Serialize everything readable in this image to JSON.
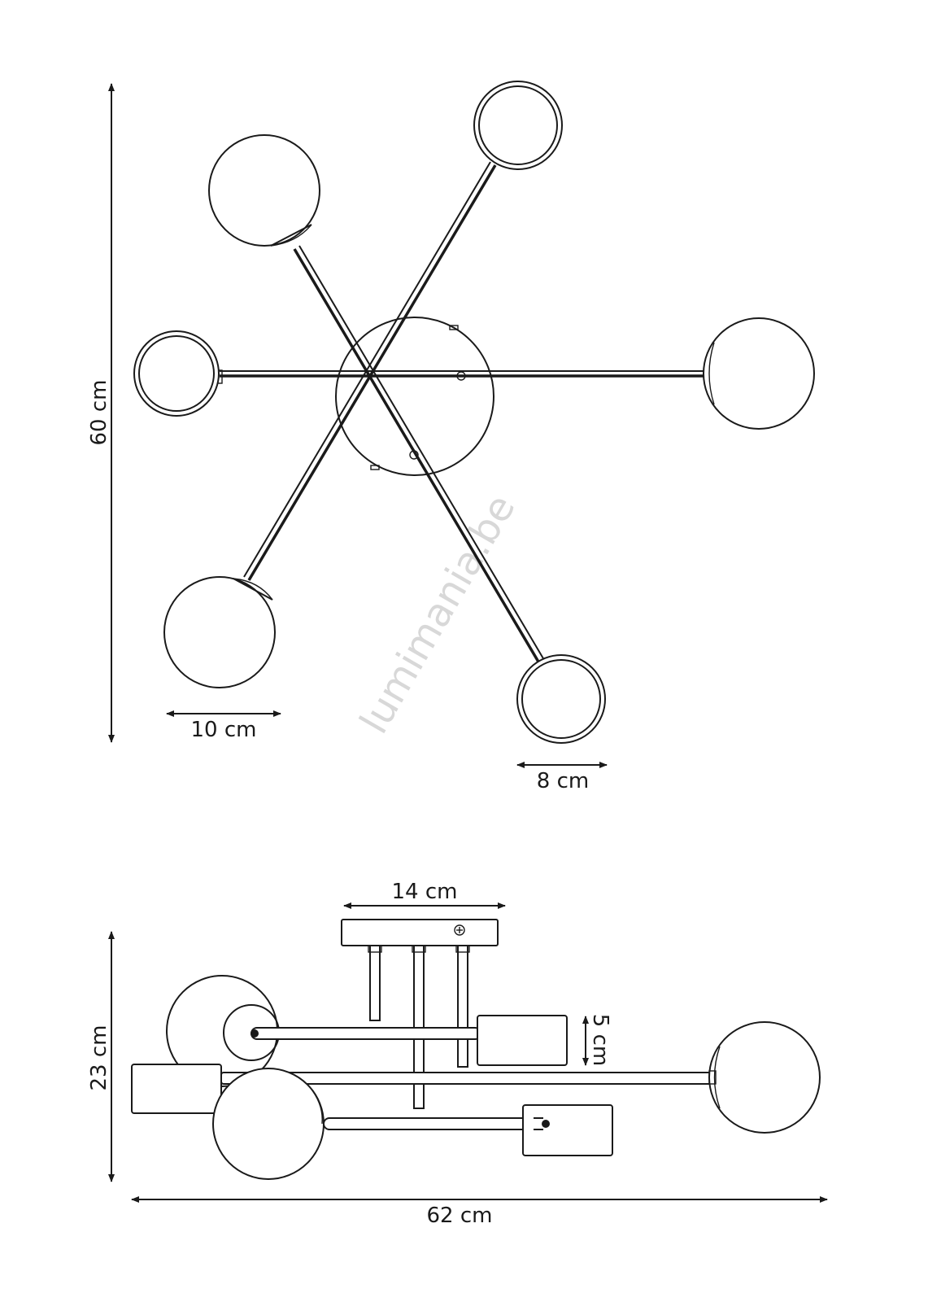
{
  "dimensions": {
    "height_top": "60 cm",
    "globe_large": "10 cm",
    "globe_small": "8 cm",
    "base_width": "14 cm",
    "bracket_height": "5 cm",
    "height_side": "23 cm",
    "total_width": "62 cm"
  },
  "watermark": "lumimania.be",
  "colors": {
    "stroke": "#1a1a1a",
    "watermark": "#d8d8d8"
  }
}
